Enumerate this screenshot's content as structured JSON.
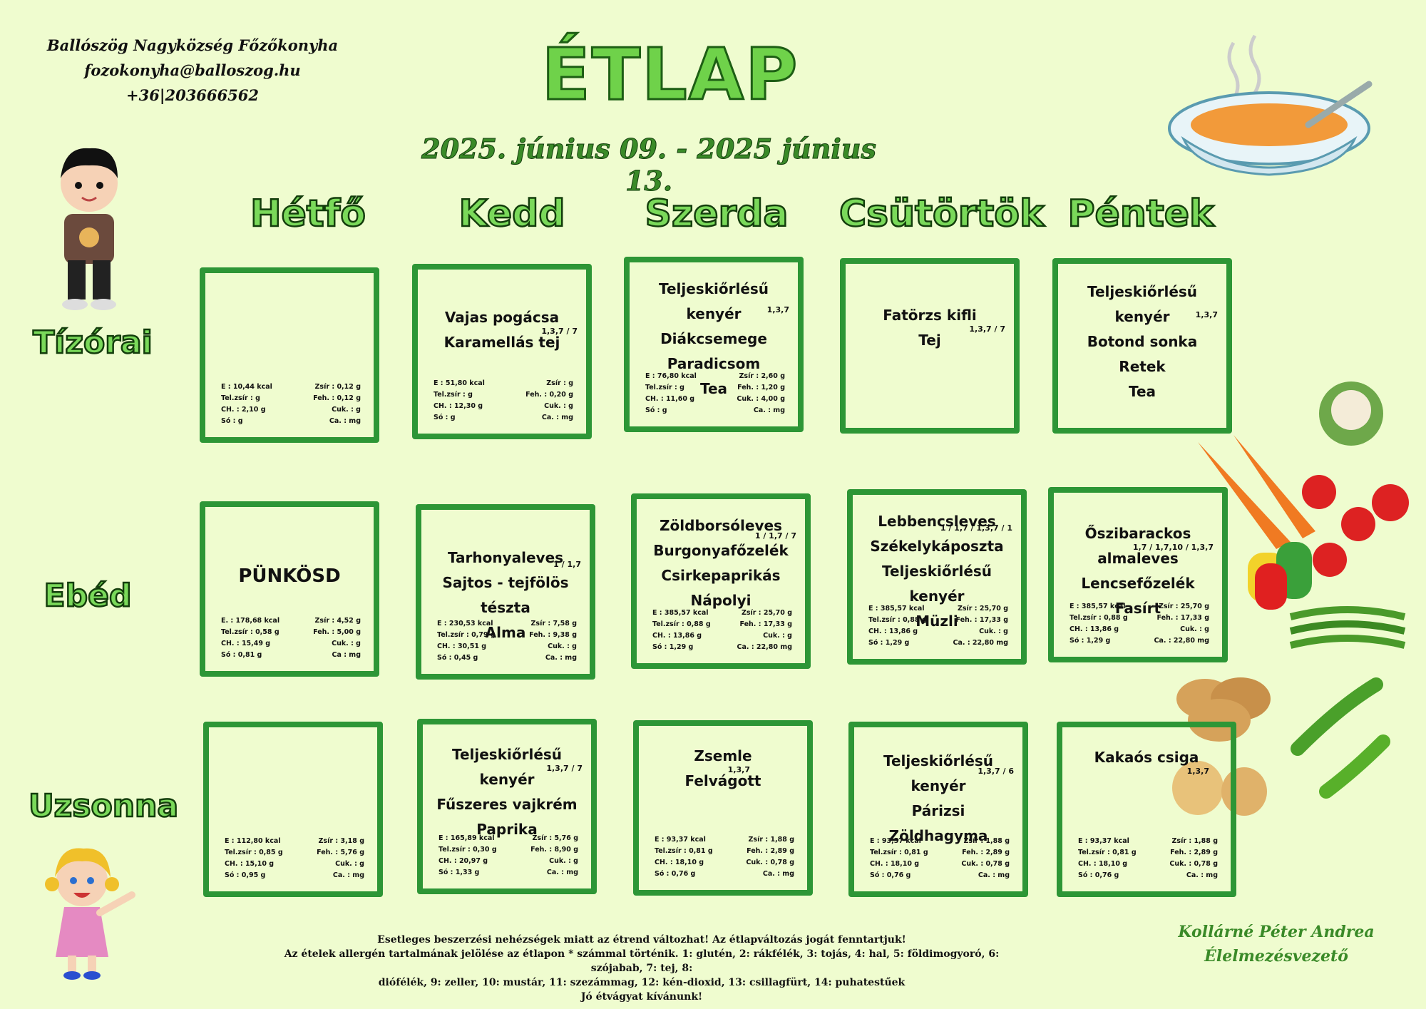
{
  "header": {
    "org": "Ballószög Nagyközség Főzőkonyha",
    "email": "fozokonyha@balloszog.hu",
    "phone": "+36|203666562"
  },
  "title": "ÉTLAP",
  "dates": "2025. június 09. - 2025 június 13.",
  "days": [
    "Hétfő",
    "Kedd",
    "Szerda",
    "Csütörtök",
    "Péntek"
  ],
  "meals": [
    "Tízórai",
    "Ebéd",
    "Uzsonna"
  ],
  "cells": {
    "r0c0": {
      "items": [],
      "allergens": "",
      "nut": [
        "E : 10,44 kcal",
        "Zsír : 0,12 g",
        "Tel.zsír :      g",
        "Feh. : 0,12 g",
        "CH. : 2,10 g",
        "Cuk. :      g",
        "Só :      g",
        "Ca. :      mg"
      ]
    },
    "r0c1": {
      "items": [
        "Vajas pogácsa",
        "Karamellás tej"
      ],
      "allergens": "1,3,7 / 7",
      "nut": [
        "E : 51,80 kcal",
        "Zsír :      g",
        "Tel.zsír :      g",
        "Feh. : 0,20 g",
        "CH. : 12,30 g",
        "Cuk. :      g",
        "Só :      g",
        "Ca. :      mg"
      ]
    },
    "r0c2": {
      "items": [
        "Teljeskiőrlésű kenyér",
        "Diákcsemege",
        "Paradicsom",
        "Tea"
      ],
      "allergens": "1,3,7",
      "nut": [
        "E : 76,80 kcal",
        "Zsír : 2,60 g",
        "Tel.zsír :      g",
        "Feh. : 1,20 g",
        "CH. : 11,60 g",
        "Cuk. : 4,00 g",
        "Só :      g",
        "Ca. :      mg"
      ]
    },
    "r0c3": {
      "items": [
        "Fatörzs kifli",
        "Tej"
      ],
      "allergens": "1,3,7 / 7",
      "nut": []
    },
    "r0c4": {
      "items": [
        "Teljeskiőrlésű kenyér",
        "Botond sonka",
        "Retek",
        "Tea"
      ],
      "allergens": "1,3,7",
      "nut": []
    },
    "r1c0": {
      "items": [
        "PÜNKÖSD"
      ],
      "allergens": "",
      "nut": [
        "E. : 178,68 kcal",
        "Zsír : 4,52 g",
        "Tel.zsír : 0,58 g",
        "Feh. : 5,00 g",
        "CH. : 15,49 g",
        "Cuk. :      g",
        "Só : 0,81 g",
        "Ca :      mg"
      ]
    },
    "r1c1": {
      "items": [
        "Tarhonyaleves",
        "Sajtos - tejfölös tészta",
        "Alma"
      ],
      "allergens": "1 / 1,7",
      "nut": [
        "E : 230,53 kcal",
        "Zsír : 7,58 g",
        "Tel.zsír : 0,79 g",
        "Feh. : 9,38 g",
        "CH. : 30,51 g",
        "Cuk. :      g",
        "Só : 0,45 g",
        "Ca. :      mg"
      ]
    },
    "r1c2": {
      "items": [
        "Zöldborsóleves",
        "Burgonyafőzelék",
        "Csirkepaprikás",
        "Nápolyi"
      ],
      "allergens": "1 / 1,7 / 7",
      "nut": [
        "E : 385,57 kcal",
        "Zsír : 25,70 g",
        "Tel.zsír : 0,88 g",
        "Feh. : 17,33 g",
        "CH. : 13,86 g",
        "Cuk. :      g",
        "Só : 1,29 g",
        "Ca. : 22,80 mg"
      ]
    },
    "r1c3": {
      "items": [
        "Lebbencsleves",
        "Székelykáposzta",
        "Teljeskiőrlésű kenyér",
        "Müzli"
      ],
      "allergens": "1 / 1,7 / 1,3,7 / 1",
      "nut": [
        "E : 385,57 kcal",
        "Zsír : 25,70 g",
        "Tel.zsír : 0,88 g",
        "Feh. : 17,33 g",
        "CH. : 13,86 g",
        "Cuk. :      g",
        "Só : 1,29 g",
        "Ca. : 22,80 mg"
      ]
    },
    "r1c4": {
      "items": [
        "Őszibarackos almaleves",
        "Lencsefőzelék",
        "Fasírt"
      ],
      "allergens": "1,7 / 1,7,10 / 1,3,7",
      "nut": [
        "E : 385,57 kcal",
        "Zsír : 25,70 g",
        "Tel.zsír : 0,88 g",
        "Feh. : 17,33 g",
        "CH. : 13,86 g",
        "Cuk. :      g",
        "Só : 1,29 g",
        "Ca. : 22,80 mg"
      ]
    },
    "r2c0": {
      "items": [],
      "allergens": "",
      "nut": [
        "E : 112,80 kcal",
        "Zsír : 3,18 g",
        "Tel.zsír : 0,85 g",
        "Feh. : 5,76 g",
        "CH. : 15,10 g",
        "Cuk. :      g",
        "Só : 0,95 g",
        "Ca. :      mg"
      ]
    },
    "r2c1": {
      "items": [
        "Teljeskiőrlésű kenyér",
        "Fűszeres vajkrém",
        "Paprika"
      ],
      "allergens": "1,3,7 / 7",
      "nut": [
        "E : 165,89 kcal",
        "Zsír : 5,76 g",
        "Tel.zsír : 0,30 g",
        "Feh. : 8,90 g",
        "CH. : 20,97 g",
        "Cuk. :      g",
        "Só : 1,33 g",
        "Ca. :      mg"
      ]
    },
    "r2c2": {
      "items": [
        "Zsemle",
        "Felvágott"
      ],
      "allergens": "1,3,7",
      "nut": [
        "E : 93,37 kcal",
        "Zsír : 1,88 g",
        "Tel.zsír : 0,81 g",
        "Feh. : 2,89 g",
        "CH. : 18,10 g",
        "Cuk. : 0,78 g",
        "Só : 0,76 g",
        "Ca. :      mg"
      ]
    },
    "r2c3": {
      "items": [
        "Teljeskiőrlésű kenyér",
        "Párizsi",
        "Zöldhagyma"
      ],
      "allergens": "1,3,7 / 6",
      "nut": [
        "E : 93,37 kcal",
        "Zsír : 1,88 g",
        "Tel.zsír : 0,81 g",
        "Feh. : 2,89 g",
        "CH. : 18,10 g",
        "Cuk. : 0,78 g",
        "Só : 0,76 g",
        "Ca. :      mg"
      ]
    },
    "r2c4": {
      "items": [
        "Kakaós csiga"
      ],
      "allergens": "1,3,7",
      "nut": [
        "E : 93,37 kcal",
        "Zsír : 1,88 g",
        "Tel.zsír : 0,81 g",
        "Feh. : 2,89 g",
        "CH. : 18,10 g",
        "Cuk. : 0,78 g",
        "Só : 0,76 g",
        "Ca. :      mg"
      ]
    }
  },
  "footer": [
    "Esetleges beszerzési nehézségek miatt az étrend változhat! Az étlapváltozás jogát fenntartjuk!",
    "Az ételek allergén tartalmának jelölése az étlapon * számmal történik. 1: glutén, 2: rákfélék, 3: tojás, 4: hal, 5: földimogyoró, 6: szójabab, 7: tej, 8:",
    "diófélék, 9: zeller, 10: mustár, 11: szezámmag, 12: kén-dioxid, 13: csillagfürt, 14: puhatestűek",
    "Jó étvágyat kívánunk!"
  ],
  "signature": {
    "name": "Kollárné Péter Andrea",
    "role": "Élelmezésvezető"
  },
  "colors": {
    "background": "#effccf",
    "frame": "#2d9636",
    "heading_fill": "#7ad95a",
    "heading_stroke": "#133d0c"
  }
}
